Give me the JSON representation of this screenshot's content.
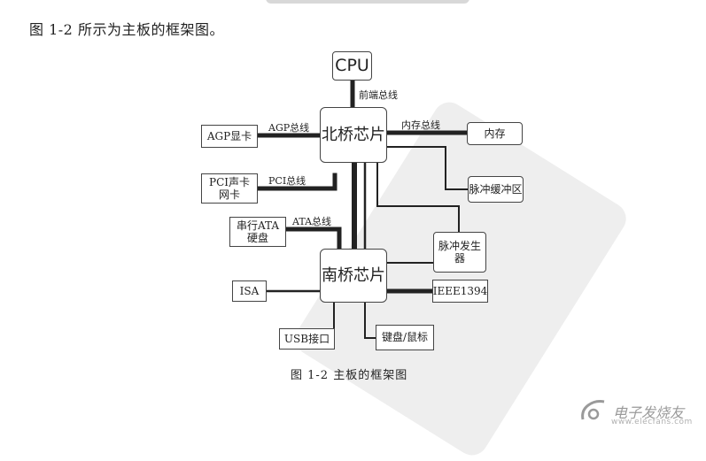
{
  "intro_text": "图 1-2 所示为主板的框架图。",
  "caption": "图 1-2    主板的框架图",
  "nodes": {
    "cpu": "CPU",
    "north": "北桥芯片",
    "south": "南桥芯片",
    "agp_card": "AGP显卡",
    "pci_card": "PCI声卡\n网卡",
    "sata_disk": "串行ATA\n硬盘",
    "isa": "ISA",
    "usb": "USB接口",
    "keyboard": "键盘/鼠标",
    "memory": "内存",
    "pulse_buffer": "脉冲缓冲区",
    "pulse_gen": "脉冲发生器",
    "ieee": "IEEE1394"
  },
  "bus_labels": {
    "fsb": "前端总线",
    "agp": "AGP总线",
    "mem": "内存总线",
    "pci": "PCI总线",
    "ata": "ATA总线"
  },
  "logo": {
    "name": "电子发烧友",
    "site": "www.elecfans.com"
  },
  "colors": {
    "line": "#222222",
    "watermark": "#eaeaea"
  }
}
